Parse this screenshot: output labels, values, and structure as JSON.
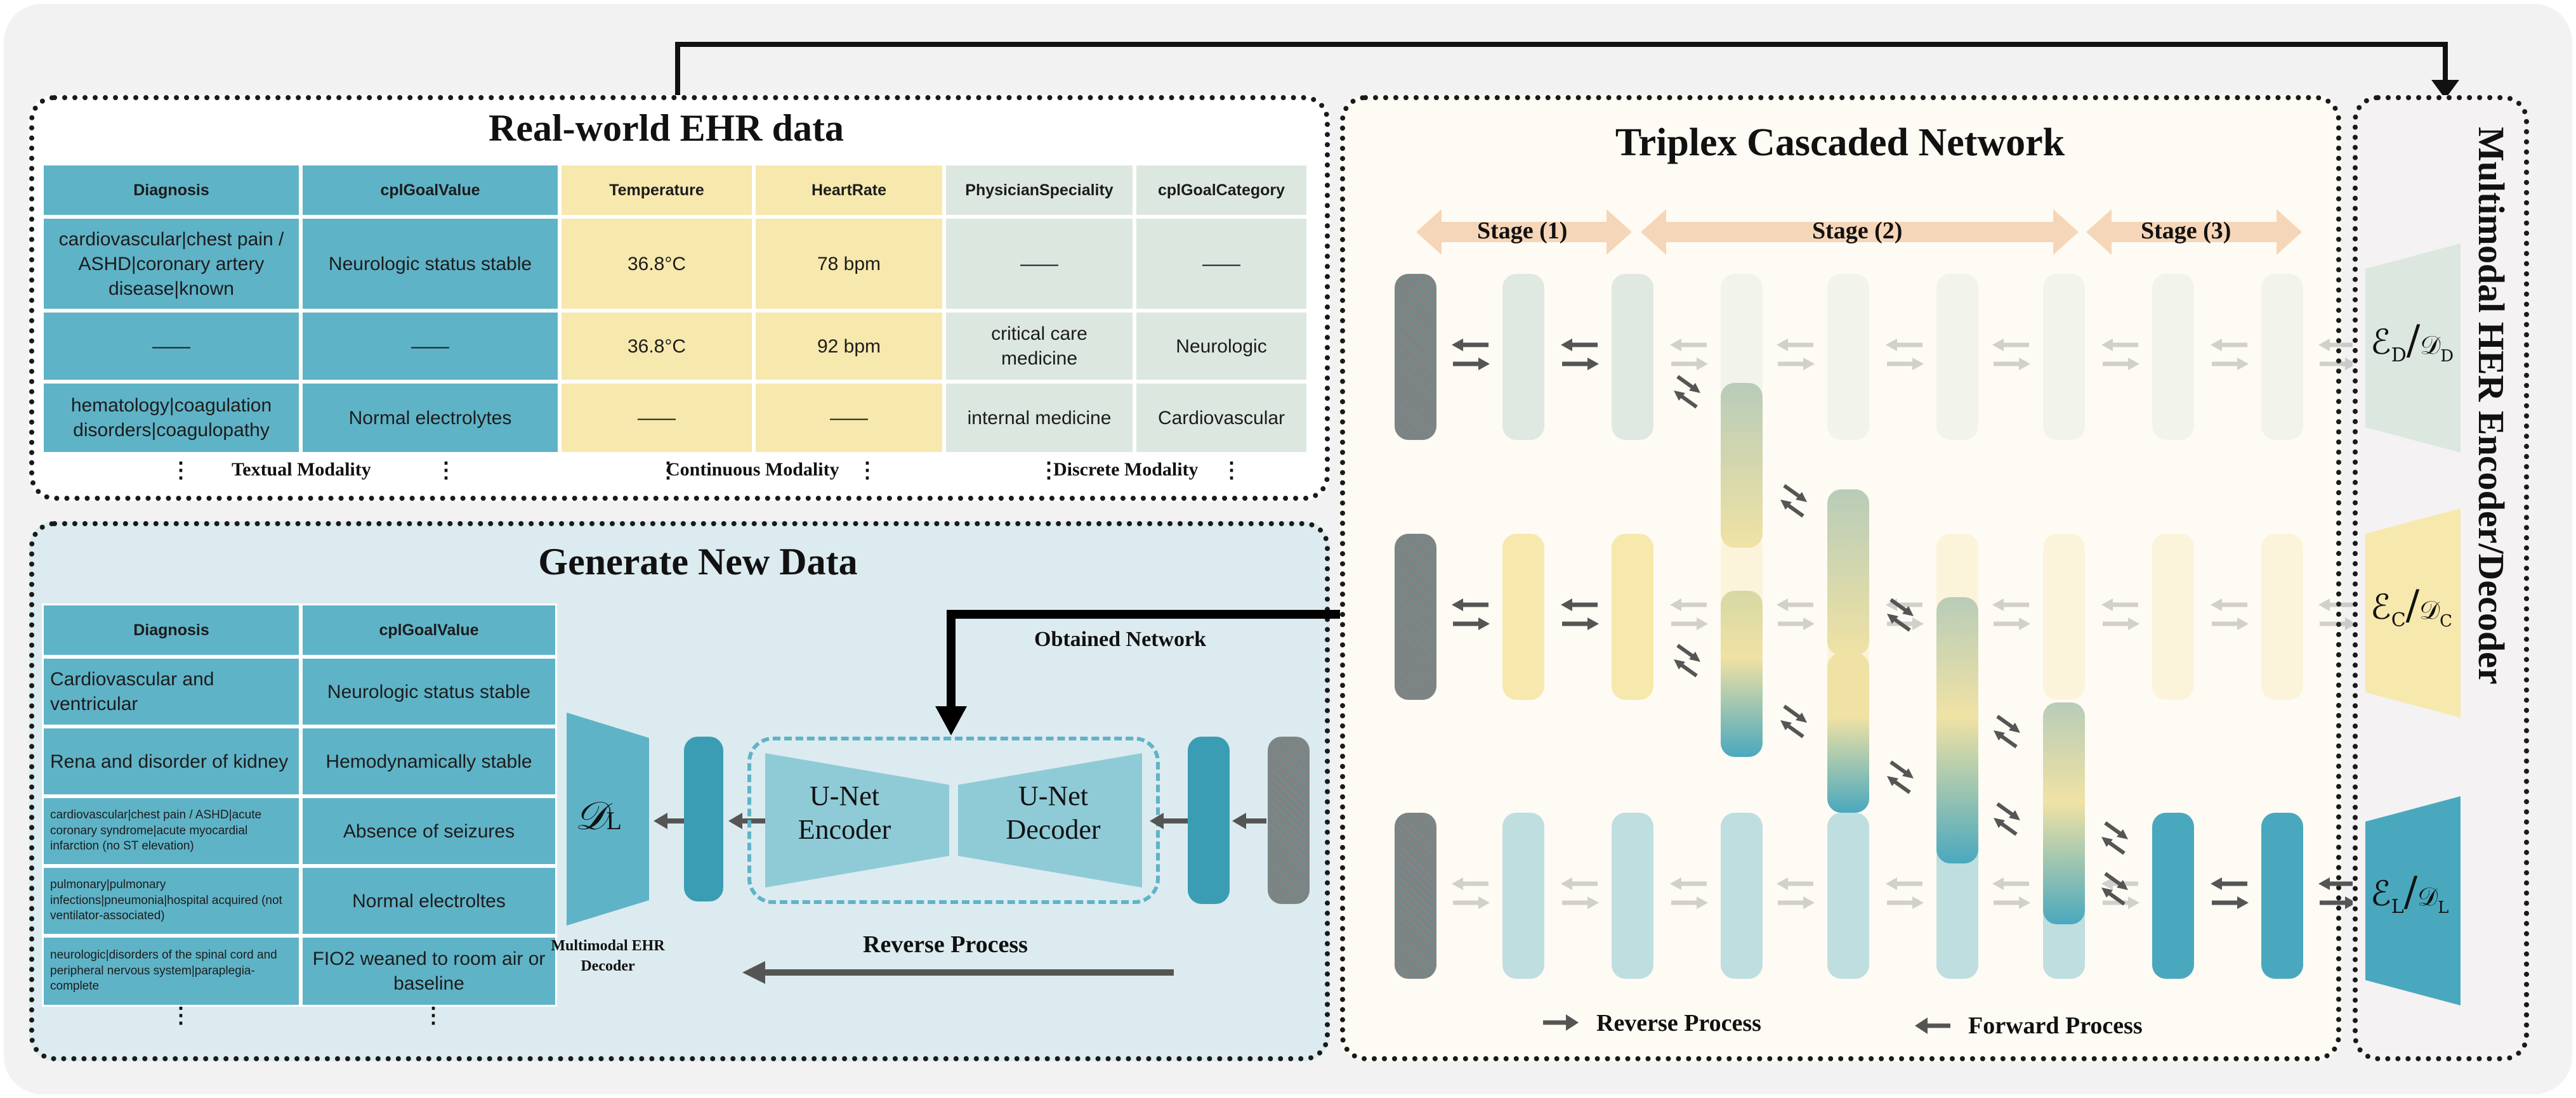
{
  "real_world": {
    "title": "Real-world EHR data",
    "headers": [
      "Diagnosis",
      "cplGoalValue",
      "Temperature",
      "HeartRate",
      "PhysicianSpeciality",
      "cplGoalCategory"
    ],
    "rows": [
      [
        "cardiovascular|chest pain / ASHD|coronary artery disease|known",
        "Neurologic status stable",
        "36.8°C",
        "78 bpm",
        "——",
        "——"
      ],
      [
        "——",
        "——",
        "36.8°C",
        "92 bpm",
        "critical care medicine",
        "Neurologic"
      ],
      [
        "hematology|coagulation disorders|coagulopathy",
        "Normal electrolytes",
        "——",
        "——",
        "internal medicine",
        "Cardiovascular"
      ]
    ],
    "modalities": [
      "Textual Modality",
      "Continuous Modality",
      "Discrete Modality"
    ],
    "dots": "⋮"
  },
  "generate": {
    "title": "Generate New Data",
    "headers": [
      "Diagnosis",
      "cplGoalValue"
    ],
    "rows": [
      [
        "Cardiovascular and ventricular",
        "Neurologic status stable"
      ],
      [
        "Rena and disorder of kidney",
        "Hemodynamically stable"
      ],
      [
        "cardiovascular|chest pain / ASHD|acute coronary syndrome|acute myocardial infarction (no ST elevation)",
        "Absence of seizures"
      ],
      [
        "pulmonary|pulmonary infections|pneumonia|hospital acquired (not ventilator-associated)",
        "Normal electroltes"
      ],
      [
        "neurologic|disorders of the spinal cord and peripheral nervous system|paraplegia-complete",
        "FIO2 weaned to room air or baseline"
      ]
    ],
    "obtained_network": "Obtained Network",
    "unet_encoder": "U-Net Encoder",
    "unet_decoder": "U-Net Decoder",
    "decoder_symbol": "𝒟",
    "decoder_sub": "L",
    "decoder_caption": "Multimodal EHR Decoder",
    "reverse_process": "Reverse Process"
  },
  "triplex": {
    "title": "Triplex Cascaded Network",
    "stages": [
      "Stage (1)",
      "Stage (2)",
      "Stage (3)"
    ],
    "legend_reverse": "Reverse Process",
    "legend_forward": "Forward Process"
  },
  "multimodal": {
    "title": "Multimodal HER Encoder/Decoder",
    "enc_symbol": "ℰ",
    "dec_symbol": "𝒟",
    "subs": [
      "D",
      "C",
      "L"
    ]
  },
  "colors": {
    "teal": "#5fb3c7",
    "yellow": "#f7e8ad",
    "gray_green": "#dce7e0",
    "stage_arrow": "#f6d6b8",
    "arrow": "#555555"
  }
}
